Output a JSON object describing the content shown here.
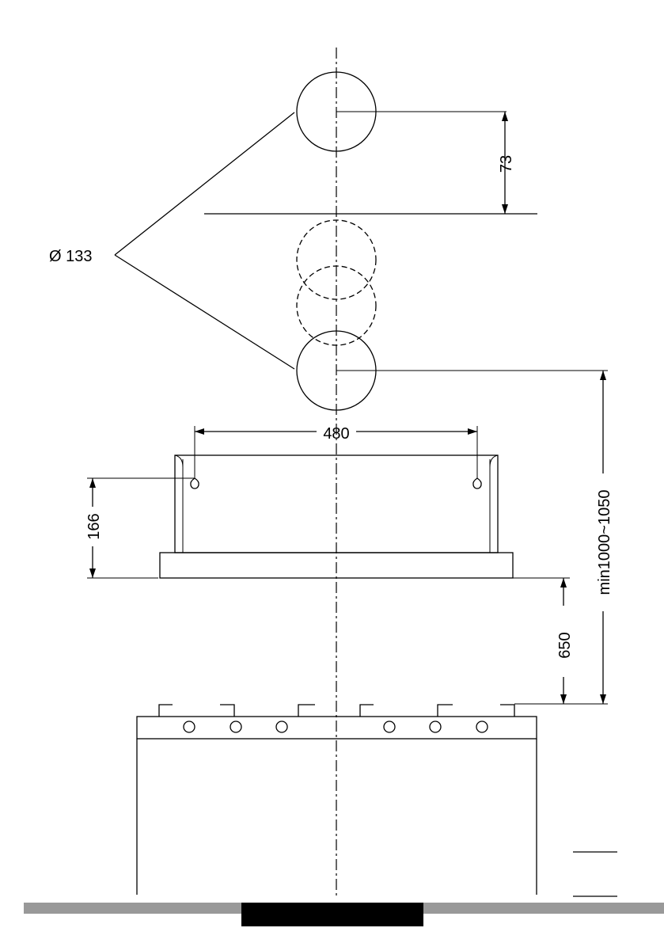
{
  "dimensions": {
    "duct_diameter": "Ø 133",
    "duct_offset": "73",
    "bracket_spacing": "480",
    "bracket_height": "166",
    "hob_clearance": "650",
    "outlet_height": "min1000~1050"
  },
  "colors": {
    "line": "#000000",
    "footer_bar": "#999999",
    "footer_block": "#000000"
  }
}
